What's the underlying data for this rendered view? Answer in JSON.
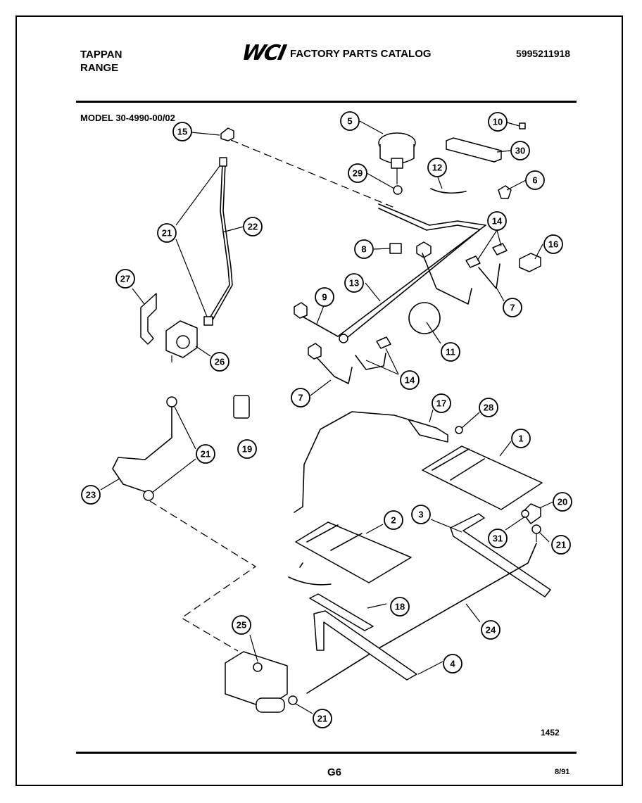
{
  "header": {
    "brand_line1": "TAPPAN",
    "brand_line2": "RANGE",
    "logo_text": "WCI",
    "catalog_title": "FACTORY PARTS CATALOG",
    "catalog_number": "5995211918"
  },
  "model": "MODEL 30-4990-00/02",
  "callouts": [
    "15",
    "5",
    "10",
    "30",
    "29",
    "12",
    "6",
    "21",
    "22",
    "14",
    "8",
    "16",
    "27",
    "13",
    "9",
    "7",
    "11",
    "26",
    "14",
    "7",
    "17",
    "28",
    "19",
    "21",
    "1",
    "23",
    "20",
    "3",
    "31",
    "21",
    "2",
    "18",
    "24",
    "25",
    "4",
    "21"
  ],
  "footer": {
    "drawing_number": "1452",
    "page": "G6",
    "date_code": "8/91"
  }
}
